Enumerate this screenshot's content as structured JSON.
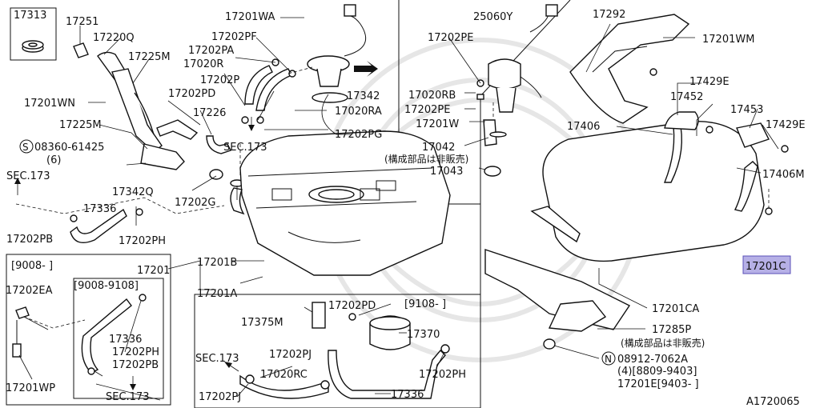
{
  "diagram_id": "A1720065",
  "highlight_label": "17201C",
  "labels": {
    "l17313": "17313",
    "l17251": "17251",
    "l17220Q": "17220Q",
    "l17225M_a": "17225M",
    "l17201WN": "17201WN",
    "l17225M_b": "17225M",
    "l08360": "08360-61425",
    "l08360_qty": "(6)",
    "lSEC173_a": "SEC.173",
    "l17336_a": "17336",
    "l17202PB_a": "17202PB",
    "l17202PH_a": "17202PH",
    "l17201WA": "17201WA",
    "l17202PF": "17202PF",
    "l17202PA": "17202PA",
    "l17020R": "17020R",
    "l17202P": "17202P",
    "l17202PD_a": "17202PD",
    "l17226": "17226",
    "lSEC173_b": "SEC.173",
    "l17342Q": "17342Q",
    "l17202G": "17202G",
    "l17342": "17342",
    "l17020RA": "17020RA",
    "l17202PG": "17202PG",
    "l25060Y": "25060Y",
    "l17202PE_a": "17202PE",
    "l17020RB": "17020RB",
    "l17202PE_b": "17202PE",
    "l17201W": "17201W",
    "l17042": "17042",
    "l17042_note": "(構成部品は非販売)",
    "l17043": "17043",
    "l17292": "17292",
    "l17201WM": "17201WM",
    "l17429E_a": "17429E",
    "l17452": "17452",
    "l17453": "17453",
    "l17429E_b": "17429E",
    "l17406": "17406",
    "l17406M": "17406M",
    "l17201C": "17201C",
    "l17201": "17201",
    "l17201B": "17201B",
    "l17201A": "17201A",
    "l17201CA": "17201CA",
    "l17285P": "17285P",
    "l17285P_note": "(構成部品は非販売)",
    "l08912": "08912-7062A",
    "l08912_qty": "(4)[8809-9403]",
    "l17201E": "17201E[9403-     ]",
    "l9008_box": "[9008-    ]",
    "l17202EA": "17202EA",
    "l17201WP": "17201WP",
    "l9008_9108": "[9008-9108]",
    "l17336_b": "17336",
    "l17202PH_b": "17202PH",
    "l17202PB_b": "17202PB",
    "lSEC173_c": "SEC.173",
    "l17375M": "17375M",
    "l17202PD_b": "17202PD",
    "l9108_box": "[9108-    ]",
    "l17370": "17370",
    "lSEC173_d": "SEC.173",
    "l17202PJ_a": "17202PJ",
    "l17020RC": "17020RC",
    "l17202PH_c": "17202PH",
    "l17202PJ_b": "17202PJ",
    "l17336_c": "17336",
    "circle_N": "N",
    "circle_S": "S"
  },
  "colors": {
    "line": "#111111",
    "highlight_fill": "#b6b0e6",
    "highlight_stroke": "#5b50b8",
    "watermark": "#e6e6e6"
  }
}
